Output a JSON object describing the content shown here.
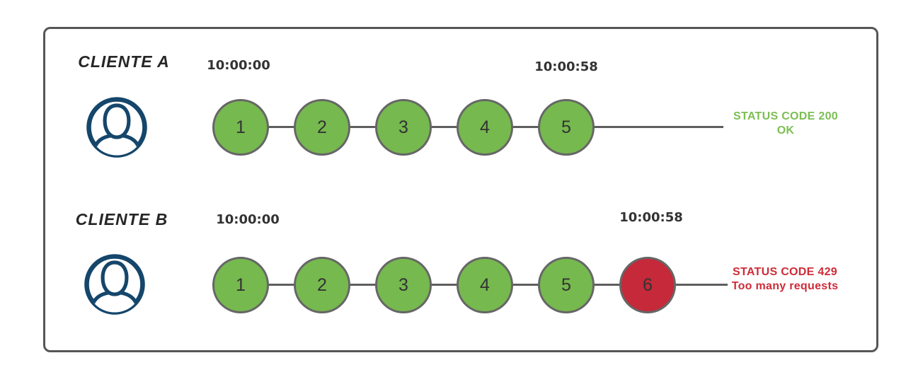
{
  "colors": {
    "ok_green": "#76B94F",
    "text_green": "#7CBE53",
    "blocked_red": "#C5293A",
    "text_red": "#CE2B38",
    "line_gray": "#5E5E5E",
    "frame_border": "#565656",
    "icon_navy": "#15466B",
    "text_dark": "#333333"
  },
  "rows": [
    {
      "client_label": "CLIENTE A",
      "start_time": "10:00:00",
      "end_time": "10:00:58",
      "requests": [
        {
          "number": "1",
          "status": "ok"
        },
        {
          "number": "2",
          "status": "ok"
        },
        {
          "number": "3",
          "status": "ok"
        },
        {
          "number": "4",
          "status": "ok"
        },
        {
          "number": "5",
          "status": "ok"
        }
      ],
      "status_type": "ok",
      "status_line1": "STATUS CODE 200",
      "status_line2": "OK"
    },
    {
      "client_label": "CLIENTE B",
      "start_time": "10:00:00",
      "end_time": "10:00:58",
      "requests": [
        {
          "number": "1",
          "status": "ok"
        },
        {
          "number": "2",
          "status": "ok"
        },
        {
          "number": "3",
          "status": "ok"
        },
        {
          "number": "4",
          "status": "ok"
        },
        {
          "number": "5",
          "status": "ok"
        },
        {
          "number": "6",
          "status": "blocked"
        }
      ],
      "status_type": "blocked",
      "status_line1": "STATUS CODE 429",
      "status_line2": "Too many requests"
    }
  ]
}
